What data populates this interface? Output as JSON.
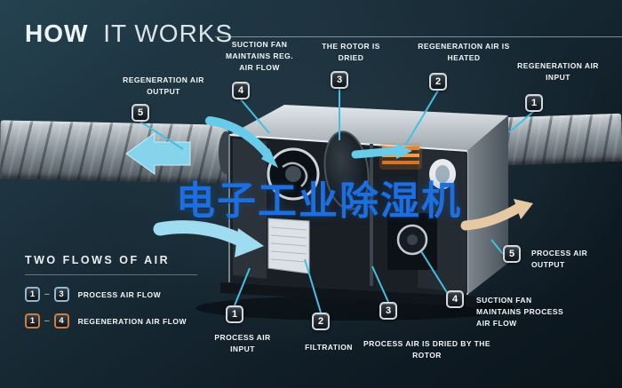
{
  "title": {
    "bold": "HOW",
    "light": "IT WORKS"
  },
  "watermark": "电子工业除湿机",
  "callouts_top": [
    {
      "num": "5",
      "label": "REGENERATION AIR OUTPUT"
    },
    {
      "num": "4",
      "label": "SUCTION FAN MAINTAINS REG. AIR FLOW"
    },
    {
      "num": "3",
      "label": "THE ROTOR IS DRIED"
    },
    {
      "num": "2",
      "label": "REGENERATION AIR IS HEATED"
    },
    {
      "num": "1",
      "label": "REGENERATION AIR INPUT"
    }
  ],
  "callouts_bottom": [
    {
      "num": "1",
      "label": "PROCESS AIR INPUT"
    },
    {
      "num": "2",
      "label": "FILTRATION"
    },
    {
      "num": "3",
      "label": "PROCESS AIR IS DRIED BY THE ROTOR"
    },
    {
      "num": "4",
      "label": "SUCTION FAN MAINTAINS PROCESS AIR FLOW"
    },
    {
      "num": "5",
      "label": "PROCESS AIR OUTPUT"
    }
  ],
  "legend": {
    "title": "TWO FLOWS OF AIR",
    "rows": [
      {
        "start": "1",
        "dash": "–",
        "end": "3",
        "label": "PROCESS AIR FLOW",
        "color": "#8fb9d6"
      },
      {
        "start": "1",
        "dash": "–",
        "end": "4",
        "label": "REGENERATION AIR FLOW",
        "color": "#cf7d3e"
      }
    ]
  },
  "colors": {
    "accent_cyan": "#45bfe2",
    "watermark_blue": "#1d6fe0",
    "heater_orange": "#e07a28",
    "process_arrow_blue": "#9fdcf2",
    "output_arrow_tan": "#e6c9a2",
    "background_dark": "#101d26"
  }
}
